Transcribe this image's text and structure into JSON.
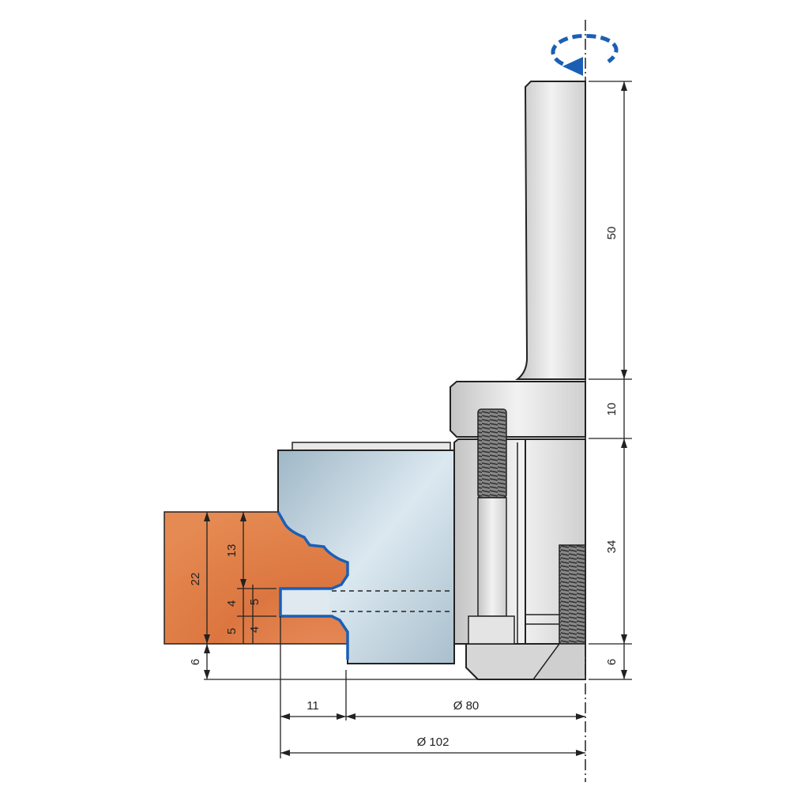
{
  "title": "Cutter head assembly drawing",
  "icons": {
    "rotation": "rotation-direction-arrow-icon"
  },
  "colors": {
    "wood": "#e07a45",
    "cutter": "#b9ccd8",
    "steel": "#d8d8d8",
    "profile_outline": "#1b5fb5",
    "rotation_arrow": "#1b5fb5"
  },
  "dimensions": {
    "vertical_right": {
      "shank_length": "50",
      "collar_height": "10",
      "body_height": "34",
      "bottom_ring": "6"
    },
    "vertical_left": {
      "workpiece_thickness": "22",
      "profile_height": "13",
      "groove_upper": "4",
      "groove_lower": "5",
      "groove_width": "5",
      "groove_offset": "4",
      "bottom_offset": "6"
    },
    "horizontal": {
      "profile_depth": "11",
      "body_diameter": "Ø 80",
      "overall_diameter": "Ø 102"
    }
  }
}
